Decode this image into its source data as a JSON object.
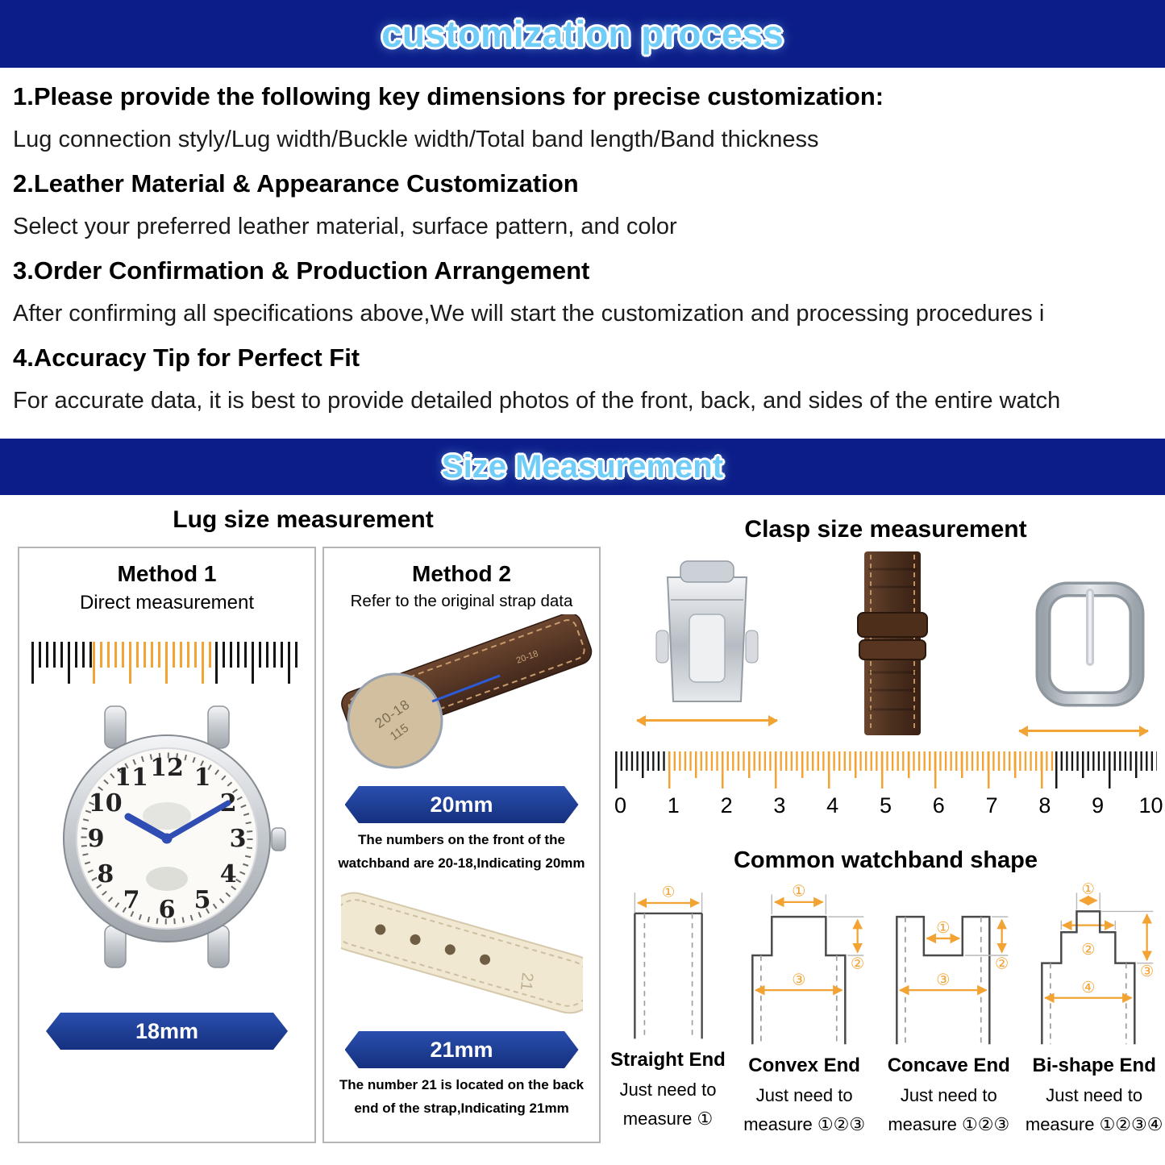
{
  "banners": {
    "process_title": "customization process",
    "size_title": "Size Measurement"
  },
  "steps": [
    {
      "heading": "1.Please provide the following key dimensions for precise customization:",
      "body": "Lug connection styly/Lug width/Buckle width/Total band length/Band thickness"
    },
    {
      "heading": "2.Leather Material & Appearance Customization",
      "body": "Select your preferred leather material, surface pattern, and color"
    },
    {
      "heading": "3.Order Confirmation & Production Arrangement",
      "body": "After confirming all specifications above,We will start the customization and processing procedures i"
    },
    {
      "heading": "4.Accuracy Tip for Perfect Fit",
      "body": "For accurate data, it is best to provide detailed photos of the front, back, and sides of the entire watch"
    }
  ],
  "lug": {
    "section_title": "Lug size measurement",
    "method1": {
      "title": "Method 1",
      "subtitle": "Direct measurement",
      "size_label": "18mm",
      "dial_numerals": [
        "1",
        "2",
        "3",
        "4",
        "5",
        "6",
        "7",
        "8",
        "9",
        "10",
        "11",
        "12"
      ]
    },
    "method2": {
      "title": "Method 2",
      "subtitle": "Refer to the original strap data",
      "front_size_label": "20mm",
      "front_note_line1": "The numbers on the front of the",
      "front_note_line2": "watchband are 20-18,Indicating 20mm",
      "back_size_label": "21mm",
      "back_note_line1": "The number 21 is located on the back",
      "back_note_line2": "end of the strap,Indicating 21mm",
      "stamp_front": "20-18",
      "stamp_front2": "115",
      "stamp_back": "21"
    }
  },
  "clasp": {
    "section_title": "Clasp size measurement",
    "ruler_numbers": [
      "0",
      "1",
      "2",
      "3",
      "4",
      "5",
      "6",
      "7",
      "8",
      "9",
      "10"
    ],
    "shapes_title": "Common watchband shape",
    "shapes": [
      {
        "name": "Straight End",
        "note1": "Just need to",
        "note2": "measure ①",
        "dims": [
          "①"
        ]
      },
      {
        "name": "Convex End",
        "note1": "Just need to",
        "note2": "measure ①②③",
        "dims": [
          "①",
          "②",
          "③"
        ]
      },
      {
        "name": "Concave End",
        "note1": "Just need to",
        "note2": "measure ①②③",
        "dims": [
          "①",
          "②",
          "③"
        ]
      },
      {
        "name": "Bi-shape End",
        "note1": "Just need to",
        "note2": "measure ①②③④",
        "dims": [
          "①",
          "②",
          "③",
          "④"
        ]
      }
    ]
  },
  "colors": {
    "banner_bg": "#0c1d89",
    "banner_title": "#6fcdf7",
    "accent_orange": "#f2a334",
    "size_tag_top": "#2a4fae",
    "size_tag_bottom": "#15307e"
  }
}
